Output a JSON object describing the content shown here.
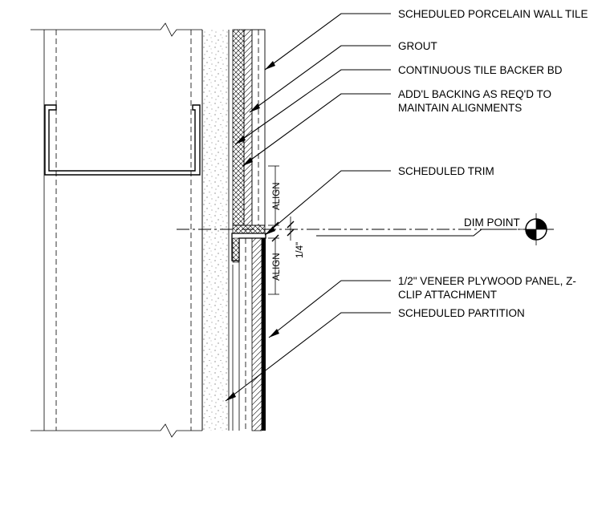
{
  "callouts": {
    "wall_tile": "SCHEDULED PORCELAIN WALL TILE",
    "grout": "GROUT",
    "tile_backer": "CONTINUOUS TILE BACKER BD",
    "backing_line1": "ADD'L BACKING AS REQ'D TO",
    "backing_line2": "MAINTAIN ALIGNMENTS",
    "trim": "SCHEDULED TRIM",
    "dim_point": "DIM POINT",
    "plywood_line1": "1/2\" VENEER PLYWOOD PANEL, Z-",
    "plywood_line2": "CLIP ATTACHMENT",
    "partition": "SCHEDULED PARTITION"
  },
  "dimensions": {
    "align_upper": "ALIGN",
    "align_lower": "ALIGN",
    "offset": "1/4\""
  }
}
